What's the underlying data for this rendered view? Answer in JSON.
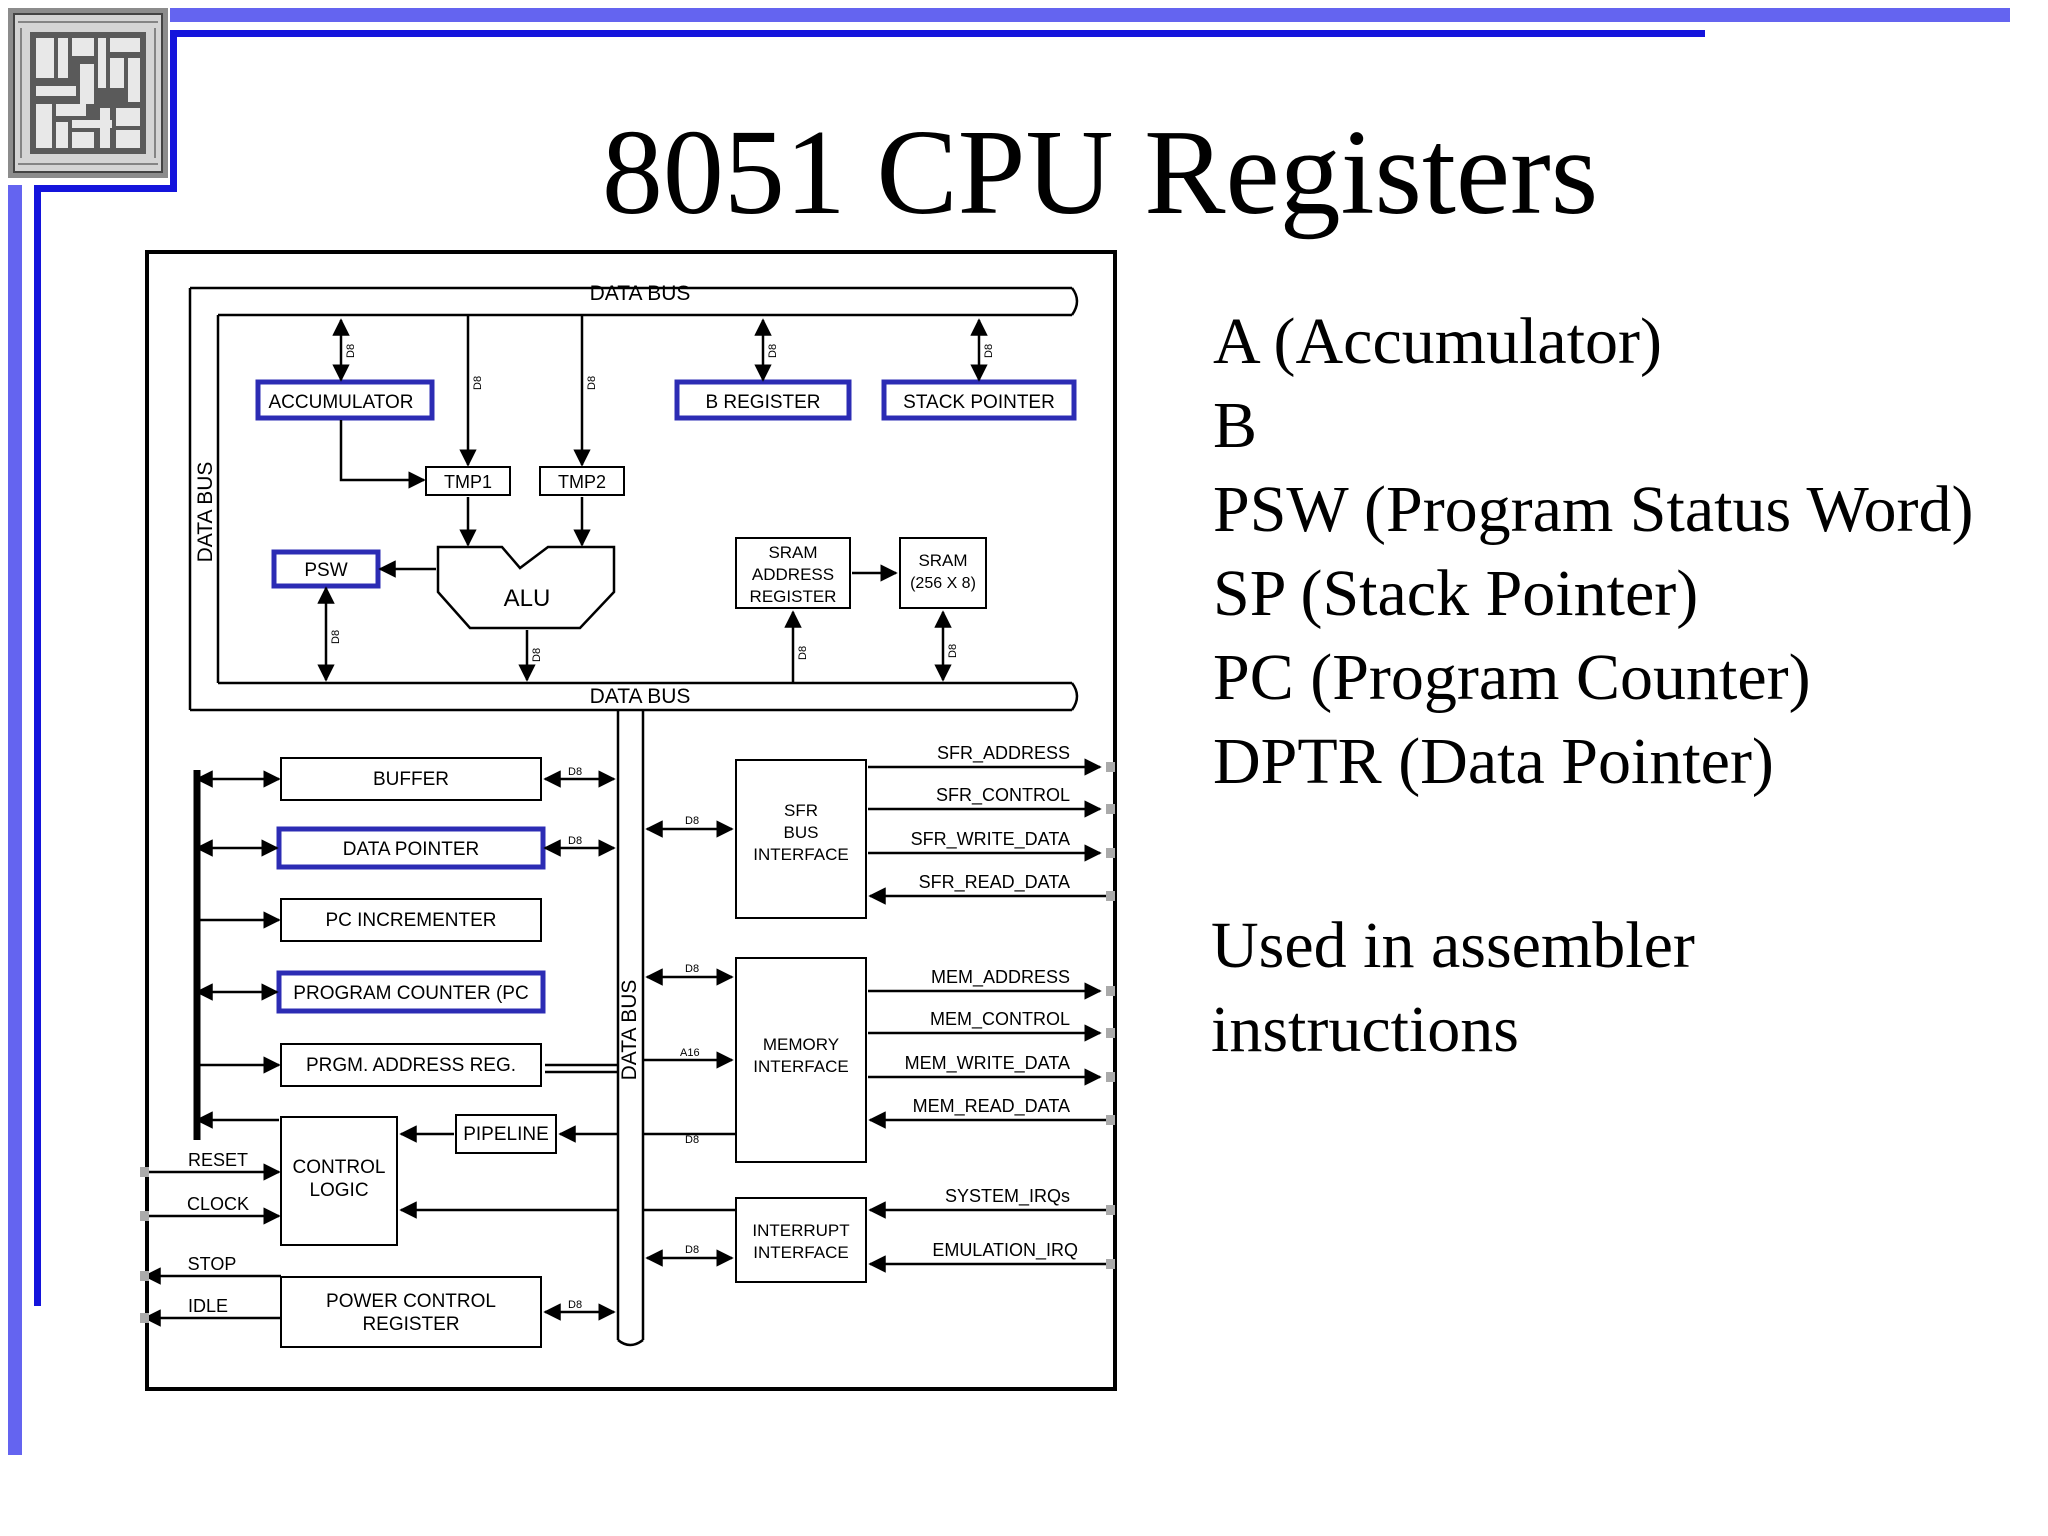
{
  "slide": {
    "title": "8051 CPU Registers",
    "registers": [
      "A (Accumulator)",
      "B",
      "PSW (Program Status Word)",
      "SP (Stack Pointer)",
      "PC (Program Counter)",
      "DPTR (Data Pointer)"
    ],
    "note_lines": [
      "Used in assembler",
      "instructions"
    ]
  },
  "colors": {
    "accent": "#6464f0",
    "accent_dark": "#1414dc",
    "highlight": "#2c2cb4",
    "line": "#000000"
  },
  "diagram": {
    "data_bus_label": "DATA BUS",
    "bus_width_label": "D8",
    "addr_width_label": "A16",
    "alu": "ALU",
    "accumulator": "ACCUMULATOR",
    "b_register": "B  REGISTER",
    "stack_pointer": "STACK POINTER",
    "tmp1": "TMP1",
    "tmp2": "TMP2",
    "psw": "PSW",
    "sram_address_register": [
      "SRAM",
      "ADDRESS",
      "REGISTER"
    ],
    "sram": [
      "SRAM",
      "(256 X 8)"
    ],
    "buffer": "BUFFER",
    "data_pointer": "DATA POINTER",
    "pc_incrementer": "PC INCREMENTER",
    "program_counter": "PROGRAM  COUNTER (PC",
    "prgm_address_reg": "PRGM. ADDRESS REG.",
    "pipeline": "PIPELINE",
    "control_logic": [
      "CONTROL",
      "LOGIC"
    ],
    "power_control_register": [
      "POWER  CONTROL",
      "REGISTER"
    ],
    "sfr_bus_interface": [
      "SFR",
      "BUS",
      "INTERFACE"
    ],
    "memory_interface": [
      "MEMORY",
      "INTERFACE"
    ],
    "interrupt_interface": [
      "INTERRUPT",
      "INTERFACE"
    ],
    "sfr_signals": [
      "SFR_ADDRESS",
      "SFR_CONTROL",
      "SFR_WRITE_DATA",
      "SFR_READ_DATA"
    ],
    "mem_signals": [
      "MEM_ADDRESS",
      "MEM_CONTROL",
      "MEM_WRITE_DATA",
      "MEM_READ_DATA"
    ],
    "irq_signals": [
      "SYSTEM_IRQs",
      "EMULATION_IRQ"
    ],
    "reset": "RESET",
    "clock": "CLOCK",
    "stop": "STOP",
    "idle": "IDLE"
  }
}
